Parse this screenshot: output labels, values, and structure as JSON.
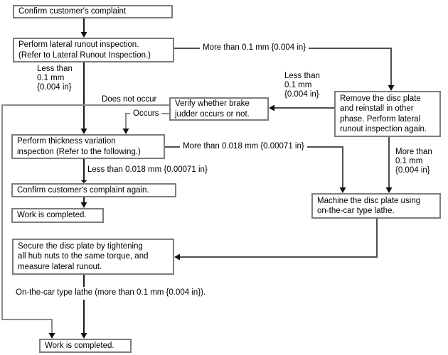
{
  "figure": {
    "background": "#ffffff",
    "box_border_color": "#7d7d7d",
    "connector_color": "#4f4f4f",
    "text_color": "#000000"
  },
  "nodes": {
    "confirm_complaint": "Confirm customer's complaint",
    "lateral_runout": "Perform lateral runout inspection.\n(Refer to Lateral Runout Inspection.)",
    "verify_judder": "Verify whether brake\njudder occurs or not.",
    "remove_disc": "Remove the disc plate\nand reinstall in other\nphase. Perform lateral\nrunout inspection again.",
    "thickness_variation": "Perform thickness variation\ninspection (Refer to the following.)",
    "confirm_again": "Confirm customer's complaint again.",
    "work_completed_top": "Work is completed.",
    "secure_disc": "Secure the disc plate by tightening\nall hub nuts to the same torque, and\nmeasure lateral runout.",
    "machine_disc": "Machine the disc plate using\non-the-car type lathe.",
    "work_completed_bottom": "Work is completed."
  },
  "edge_labels": {
    "more_than_01_top": "More than 0.1 mm {0.004 in}",
    "less_than_01_left": "Less than\n0.1 mm\n{0.004 in}",
    "less_than_01_mid": "Less than\n0.1 mm\n{0.004 in}",
    "does_not_occur": "Does not occur",
    "occurs": "Occurs",
    "more_than_0018": "More than 0.018 mm {0.00071 in}",
    "less_than_0018": "Less than 0.018 mm {0.00071 in}",
    "more_than_01_right": "More than\n0.1 mm\n{0.004 in}",
    "on_the_car_lathe": "On-the-car type lathe (more than 0.1 mm {0.004 in})."
  }
}
